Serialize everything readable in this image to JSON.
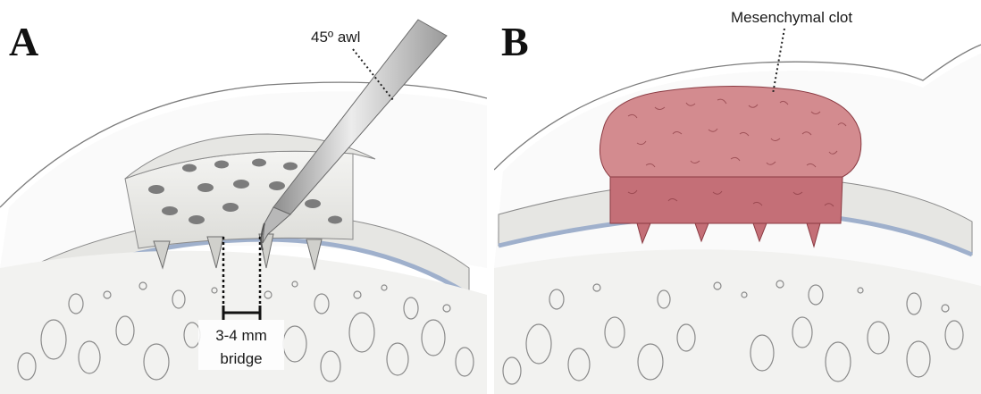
{
  "panel_a": {
    "letter": "A",
    "awl_label": "45º awl",
    "bridge_label_line1": "3-4 mm",
    "bridge_label_line2": "bridge"
  },
  "panel_b": {
    "letter": "B",
    "clot_label": "Mesenchymal clot"
  },
  "colors": {
    "cartilage": "#e6e6e3",
    "subchondral_line": "#9fb0cc",
    "bone_background": "#f2f2f0",
    "trabecula_stroke": "#8a8a8a",
    "clot_fill": "#d38b8f",
    "clot_dark": "#b85e66",
    "awl_metal": "#c7c7c7"
  }
}
